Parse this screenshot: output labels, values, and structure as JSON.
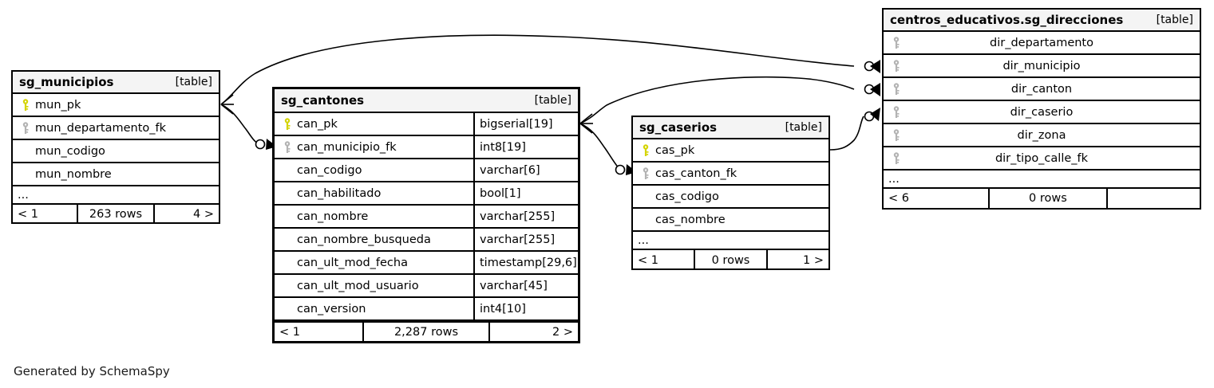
{
  "diagram": {
    "credit": "Generated by SchemaSpy",
    "table_tag": "[table]",
    "ellipsis": "...",
    "colors": {
      "pk_key": "#d4d400",
      "fk_key": "#b3b3b3",
      "header_bg": "#f4f4f4",
      "border": "#000000",
      "background": "#ffffff",
      "link": "#000000"
    }
  },
  "tables": [
    {
      "id": "sg_municipios",
      "name": "sg_municipios",
      "tag": "[table]",
      "columns": [
        {
          "name": "mun_pk",
          "key": "pk-key-icon",
          "type": ""
        },
        {
          "name": "mun_departamento_fk",
          "key": "fk-key-icon",
          "type": ""
        },
        {
          "name": "mun_codigo",
          "key": "",
          "type": ""
        },
        {
          "name": "mun_nombre",
          "key": "",
          "type": ""
        }
      ],
      "more": "...",
      "footer": {
        "left": "< 1",
        "middle": "263 rows",
        "right": "4 >"
      }
    },
    {
      "id": "sg_cantones",
      "name": "sg_cantones",
      "tag": "[table]",
      "columns": [
        {
          "name": "can_pk",
          "key": "pk-key-icon",
          "type": "bigserial[19]"
        },
        {
          "name": "can_municipio_fk",
          "key": "fk-key-icon",
          "type": "int8[19]"
        },
        {
          "name": "can_codigo",
          "key": "",
          "type": "varchar[6]"
        },
        {
          "name": "can_habilitado",
          "key": "",
          "type": "bool[1]"
        },
        {
          "name": "can_nombre",
          "key": "",
          "type": "varchar[255]"
        },
        {
          "name": "can_nombre_busqueda",
          "key": "",
          "type": "varchar[255]"
        },
        {
          "name": "can_ult_mod_fecha",
          "key": "",
          "type": "timestamp[29,6]"
        },
        {
          "name": "can_ult_mod_usuario",
          "key": "",
          "type": "varchar[45]"
        },
        {
          "name": "can_version",
          "key": "",
          "type": "int4[10]"
        }
      ],
      "more": "",
      "footer": {
        "left": "< 1",
        "middle": "2,287 rows",
        "right": "2 >"
      }
    },
    {
      "id": "sg_caserios",
      "name": "sg_caserios",
      "tag": "[table]",
      "columns": [
        {
          "name": "cas_pk",
          "key": "pk-key-icon",
          "type": ""
        },
        {
          "name": "cas_canton_fk",
          "key": "fk-key-icon",
          "type": ""
        },
        {
          "name": "cas_codigo",
          "key": "",
          "type": ""
        },
        {
          "name": "cas_nombre",
          "key": "",
          "type": ""
        }
      ],
      "more": "...",
      "footer": {
        "left": "< 1",
        "middle": "0 rows",
        "right": "1 >"
      }
    },
    {
      "id": "sg_direcciones",
      "name": "centros_educativos.sg_direcciones",
      "tag": "[table]",
      "columns": [
        {
          "name": "dir_departamento",
          "key": "fk-key-icon",
          "type": ""
        },
        {
          "name": "dir_municipio",
          "key": "fk-key-icon",
          "type": ""
        },
        {
          "name": "dir_canton",
          "key": "fk-key-icon",
          "type": ""
        },
        {
          "name": "dir_caserio",
          "key": "fk-key-icon",
          "type": ""
        },
        {
          "name": "dir_zona",
          "key": "fk-key-icon",
          "type": ""
        },
        {
          "name": "dir_tipo_calle_fk",
          "key": "fk-key-icon",
          "type": ""
        }
      ],
      "more": "...",
      "footer": {
        "left": "< 6",
        "middle": "0 rows",
        "right": ""
      }
    }
  ],
  "relationships": [
    {
      "from": "sg_municipios.mun_pk",
      "to": "sg_cantones.can_municipio_fk"
    },
    {
      "from": "sg_municipios.mun_pk",
      "to": "sg_direcciones.dir_municipio"
    },
    {
      "from": "sg_cantones.can_pk",
      "to": "sg_caserios.cas_canton_fk"
    },
    {
      "from": "sg_cantones.can_pk",
      "to": "sg_direcciones.dir_canton"
    },
    {
      "from": "sg_caserios.cas_pk",
      "to": "sg_direcciones.dir_caserio"
    }
  ]
}
